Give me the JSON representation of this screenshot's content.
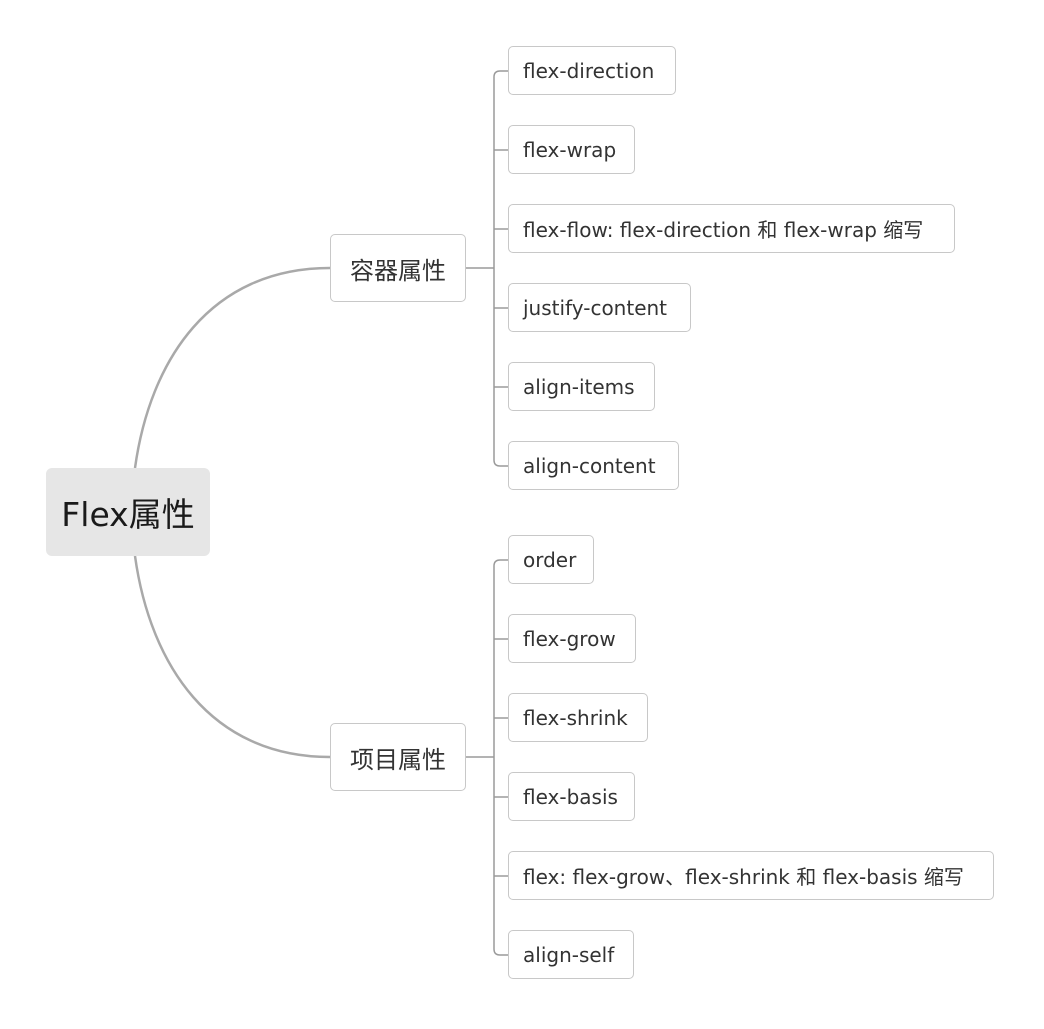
{
  "root": {
    "label": "Flex属性"
  },
  "branches": [
    {
      "label": "容器属性",
      "children": [
        "flex-direction",
        "flex-wrap",
        "flex-flow: flex-direction 和 flex-wrap 缩写",
        "justify-content",
        "align-items",
        "align-content"
      ]
    },
    {
      "label": "项目属性",
      "children": [
        "order",
        "flex-grow",
        "flex-shrink",
        "flex-basis",
        "flex: flex-grow、flex-shrink 和 flex-basis 缩写",
        "align-self"
      ]
    }
  ],
  "colors": {
    "main_connector": "#a9a9a9",
    "sub_connector": "#9a9a9a",
    "node_border": "#c8c8c8",
    "root_fill": "#e6e6e6"
  }
}
